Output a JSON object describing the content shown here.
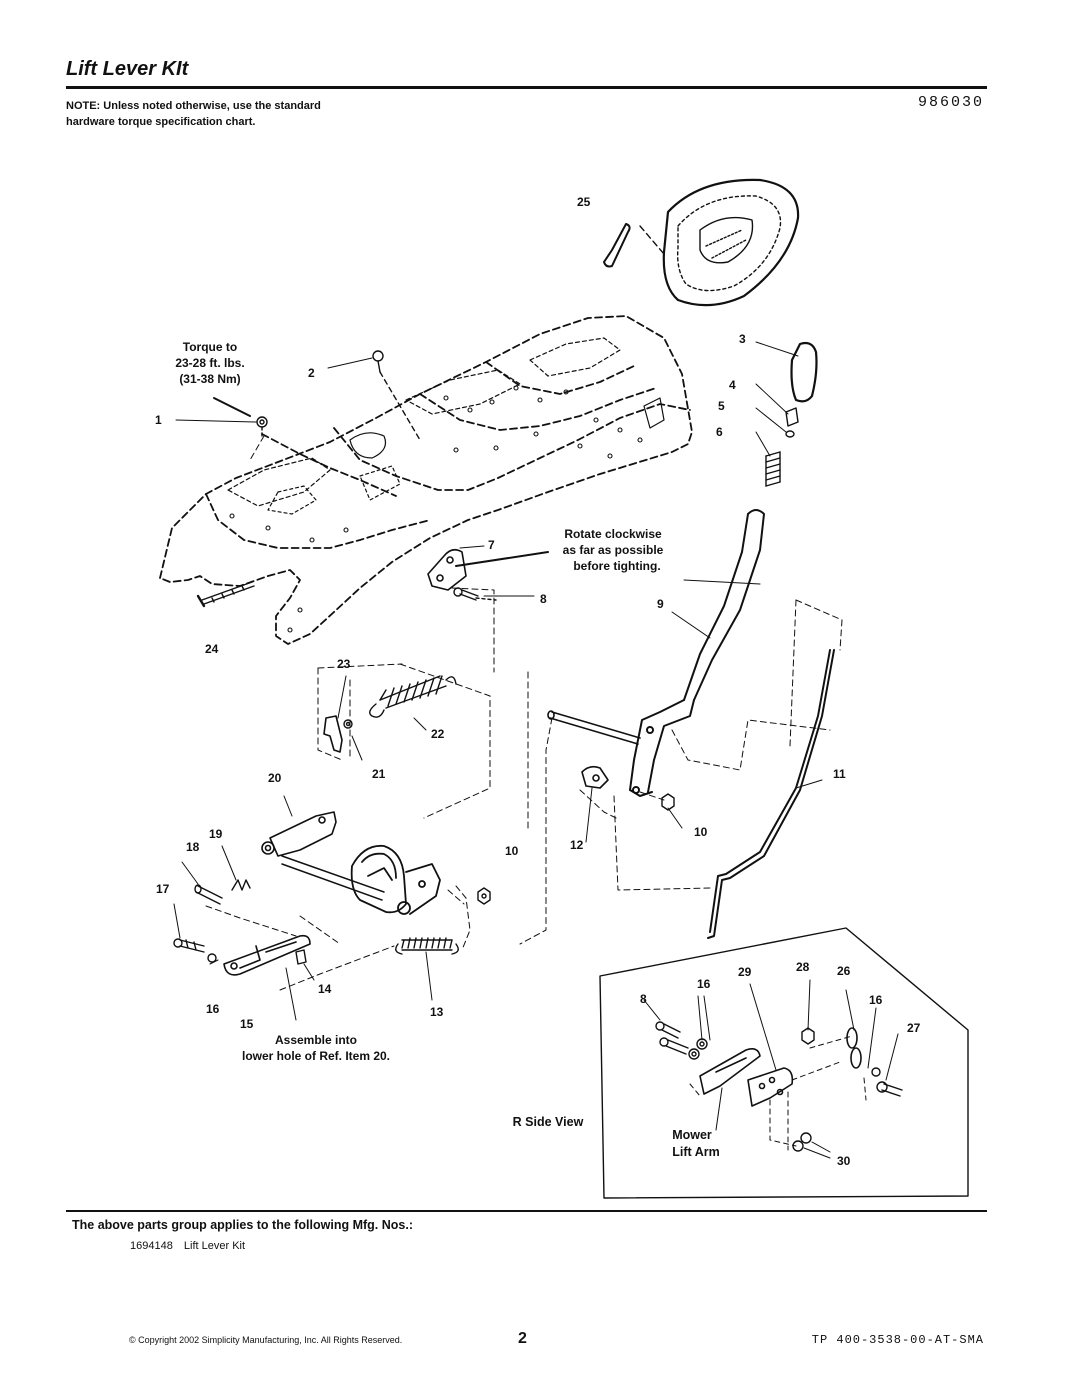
{
  "header": {
    "title": "Lift Lever KIt",
    "doc_number": "986030",
    "note": "NOTE: Unless noted otherwise, use the standard hardware torque specification chart."
  },
  "diagram": {
    "callouts": {
      "c1": "1",
      "c2": "2",
      "c3": "3",
      "c4": "4",
      "c5": "5",
      "c6": "6",
      "c7": "7",
      "c8a": "8",
      "c8b": "8",
      "c9": "9",
      "c10a": "10",
      "c10b": "10",
      "c11": "11",
      "c12": "12",
      "c13": "13",
      "c14": "14",
      "c15": "15",
      "c16a": "16",
      "c16b": "16",
      "c16c": "16",
      "c17": "17",
      "c18": "18",
      "c19": "19",
      "c20": "20",
      "c21": "21",
      "c22": "22",
      "c23": "23",
      "c24": "24",
      "c25": "25",
      "c26": "26",
      "c27": "27",
      "c28": "28",
      "c29": "29",
      "c30": "30"
    },
    "torque": {
      "line1": "Torque to",
      "line2": "23-28 ft. lbs.",
      "line3": "(31-38 Nm)"
    },
    "rotate_note": {
      "line1": "Rotate clockwise",
      "line2": "as far as possible",
      "line3": "before tighting."
    },
    "assemble_note": {
      "line1": "Assemble into",
      "line2": "lower hole of Ref. Item 20."
    },
    "r_side_view": "R Side View",
    "mower_lift_arm": {
      "line1": "Mower",
      "line2": "Lift Arm"
    }
  },
  "footer": {
    "applies_heading": "The above parts group applies to the following Mfg. Nos.:",
    "mfg_number": "1694148",
    "mfg_description": "Lift Lever Kit",
    "copyright": "© Copyright 2002 Simplicity Manufacturing, Inc. All Rights Reserved.",
    "page_number": "2",
    "tp_code": "TP 400-3538-00-AT-SMA"
  }
}
